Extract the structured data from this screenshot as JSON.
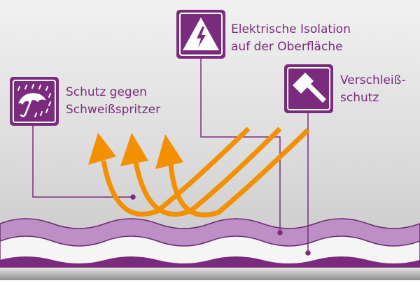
{
  "colors": {
    "accent": "#7b2b7e",
    "arrow": "#f39000",
    "layer_light": "#b888c2",
    "layer_dark": "#7b2b7e",
    "background": "#d9d9d9"
  },
  "callouts": [
    {
      "key": "spatter",
      "icon": "umbrella-rain-icon",
      "line1": "Schutz gegen",
      "line2": "Schweißspritzer"
    },
    {
      "key": "insulation",
      "icon": "high-voltage-icon",
      "line1": "Elektrische Isolation",
      "line2": "auf der Oberfläche"
    },
    {
      "key": "wear",
      "icon": "hammer-icon",
      "line1": "Verschleiß-",
      "line2": "schutz"
    }
  ]
}
